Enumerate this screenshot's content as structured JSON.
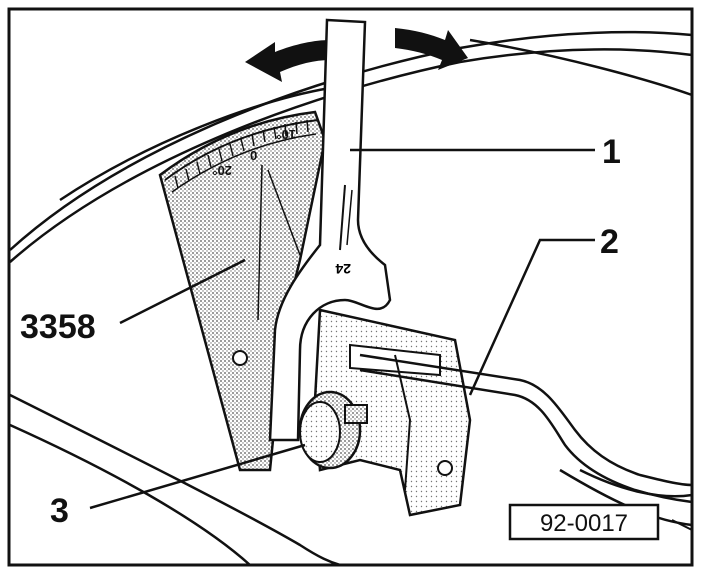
{
  "figure": {
    "reference_code": "92-0017",
    "scale_labels": [
      "20°",
      "10°",
      "0"
    ],
    "wrench_size": "24",
    "callouts": [
      {
        "id": "1",
        "label": "1"
      },
      {
        "id": "2",
        "label": "2"
      },
      {
        "id": "3",
        "label": "3"
      },
      {
        "id": "tool",
        "label": "3358"
      }
    ]
  },
  "colors": {
    "ink": "#111111",
    "stipple": "#9a9a9a",
    "paper": "#ffffff"
  }
}
